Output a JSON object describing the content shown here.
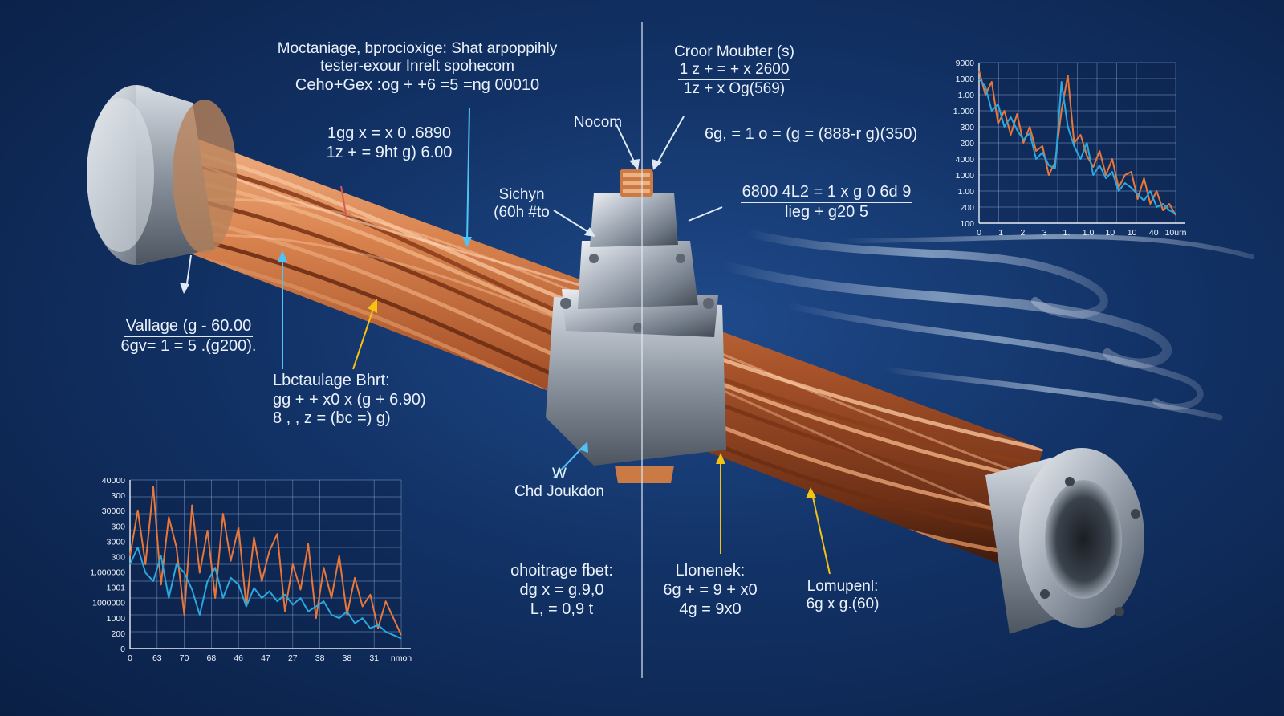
{
  "annotations": {
    "top_left": [
      "Moctaniage, bprocioxige: Shat arpoppihly",
      "tester-exour Inrelt spohecom",
      "Ceho+Gex :og + +6 =5 =ng 00010"
    ],
    "upper_left": [
      "1gg x = x 0 .6890",
      "1z + = 9ht g) 6.00"
    ],
    "voltage": [
      "Vallage (g - 60.00",
      "6gv= 1 = 5 .(g200)."
    ],
    "lower_left": [
      "Lbctaulage Bhrt:",
      "gg + + x0 x (g + 6.90)",
      "8 , , z = (bc =) g)"
    ],
    "switch": [
      "Sichyn",
      "(60h #to"
    ],
    "nocom": "Nocom",
    "top_center": [
      "Croor Moubter (s)",
      "1 z + = + x 2600",
      "1z + x Og(569)"
    ],
    "right_mid_top": "6g, = 1  o = (g = (888-r g)(350)",
    "right_mid": [
      "6800 4L2 = 1 x g 0 6d 9",
      "lieg + g20 5"
    ],
    "joint": [
      "W",
      "Chd Joukdon"
    ],
    "bottom_left_center": [
      "ohoitrage fbet:",
      "dg x = g.9,0",
      "L, = 0,9 t"
    ],
    "bottom_center": [
      "Llonenek:",
      "6g + = 9 + x0",
      "4g = 9x0"
    ],
    "bottom_right": [
      "Lomupenl:",
      "6g x g.(60)"
    ]
  },
  "chart_data": [
    {
      "type": "line",
      "title": "",
      "xlabel": "",
      "ylabel": "",
      "x_ticks": [
        "0",
        "1",
        "2",
        "3",
        "1.",
        "1.0",
        "10",
        "10",
        "40",
        "10urn"
      ],
      "y_ticks": [
        "9000",
        "1000",
        "1.00",
        "1.000",
        "300",
        "200",
        "4000",
        "1000",
        "1.00",
        "200",
        "100"
      ],
      "series": [
        {
          "color": "#e9773a",
          "values": [
            0.95,
            0.8,
            0.88,
            0.62,
            0.7,
            0.55,
            0.68,
            0.5,
            0.6,
            0.45,
            0.48,
            0.3,
            0.38,
            0.7,
            0.92,
            0.5,
            0.55,
            0.42,
            0.35,
            0.45,
            0.3,
            0.4,
            0.22,
            0.3,
            0.32,
            0.15,
            0.28,
            0.12,
            0.2,
            0.08,
            0.12,
            0.05
          ]
        },
        {
          "color": "#2aa8e0",
          "values": [
            0.9,
            0.85,
            0.7,
            0.74,
            0.6,
            0.66,
            0.58,
            0.52,
            0.56,
            0.4,
            0.44,
            0.36,
            0.34,
            0.88,
            0.6,
            0.48,
            0.4,
            0.5,
            0.3,
            0.36,
            0.28,
            0.32,
            0.2,
            0.25,
            0.22,
            0.18,
            0.14,
            0.2,
            0.1,
            0.12,
            0.08,
            0.06
          ]
        }
      ]
    },
    {
      "type": "line",
      "title": "",
      "xlabel": "",
      "ylabel": "",
      "x_ticks": [
        "0",
        "63",
        "70",
        "68",
        "46",
        "47",
        "27",
        "38",
        "38",
        "31",
        "nmon"
      ],
      "y_ticks": [
        "40000",
        "300",
        "30000",
        "300",
        "3000",
        "300",
        "1.000000",
        "1001",
        "1000000",
        "1000",
        "200",
        "0"
      ],
      "series": [
        {
          "color": "#e9773a",
          "values": [
            0.55,
            0.82,
            0.5,
            0.96,
            0.38,
            0.78,
            0.6,
            0.2,
            0.85,
            0.45,
            0.7,
            0.3,
            0.8,
            0.52,
            0.72,
            0.25,
            0.66,
            0.4,
            0.58,
            0.68,
            0.22,
            0.5,
            0.35,
            0.62,
            0.18,
            0.48,
            0.3,
            0.55,
            0.2,
            0.42,
            0.25,
            0.32,
            0.12,
            0.28,
            0.18,
            0.08
          ]
        },
        {
          "color": "#2aa8e0",
          "values": [
            0.5,
            0.6,
            0.45,
            0.4,
            0.55,
            0.3,
            0.5,
            0.45,
            0.35,
            0.2,
            0.4,
            0.48,
            0.3,
            0.42,
            0.38,
            0.25,
            0.36,
            0.3,
            0.34,
            0.28,
            0.32,
            0.26,
            0.3,
            0.22,
            0.25,
            0.28,
            0.2,
            0.18,
            0.22,
            0.15,
            0.18,
            0.12,
            0.14,
            0.1,
            0.08,
            0.06
          ]
        }
      ]
    }
  ]
}
